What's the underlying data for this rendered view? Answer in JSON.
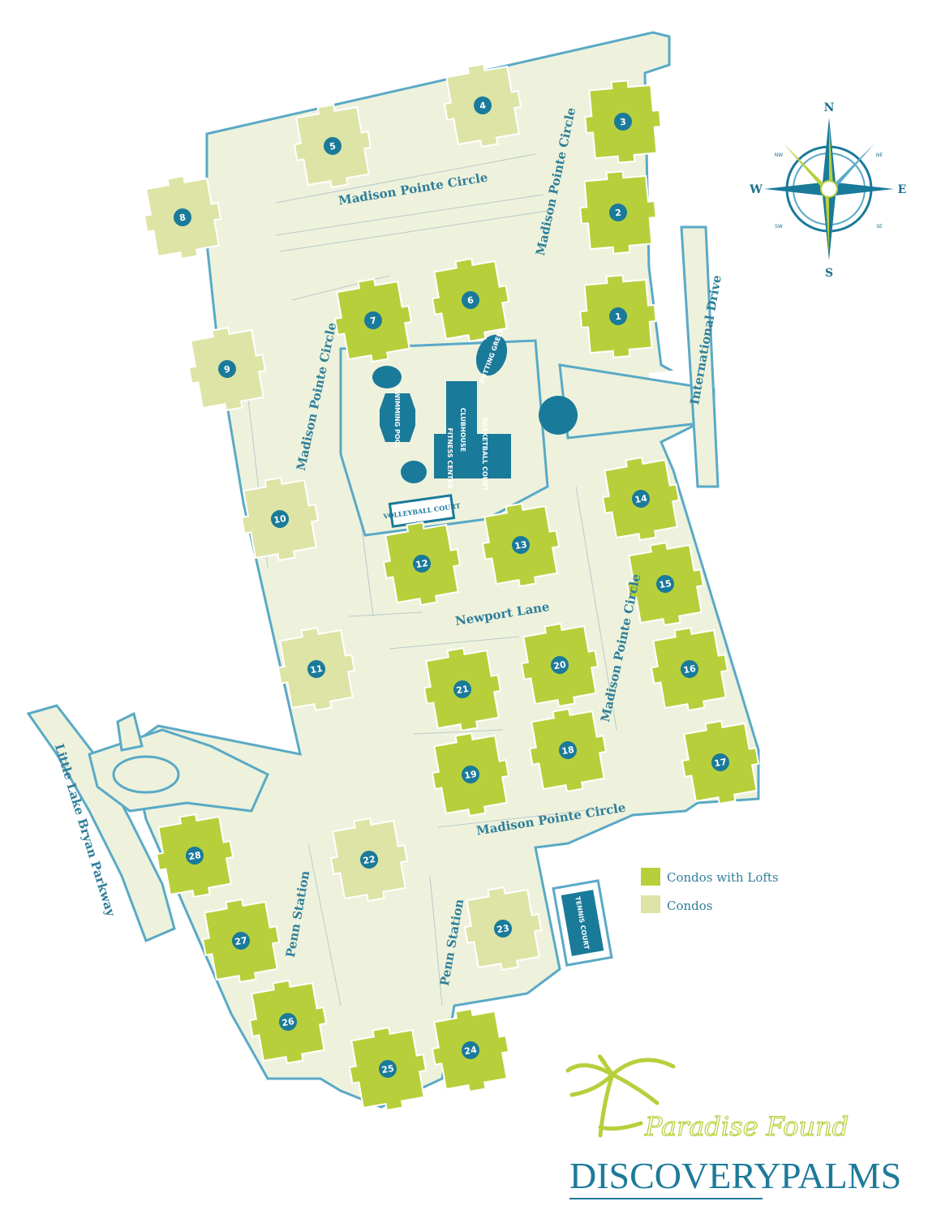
{
  "map": {
    "title": "DISCOVERY PALMS",
    "brand_first": "DISCOVERY",
    "brand_second": "PALMS",
    "brand_script": "Paradise Found",
    "colors": {
      "road": "#eef2dc",
      "outline": "#5aa9c6",
      "water_dark": "#1a7a9a",
      "condo_lofts": "#b8cf3c",
      "condo": "#dde4a6",
      "text": "#2f7f9a"
    }
  },
  "roads": {
    "madison_top": "Madison Pointe Circle",
    "madison_right_top": "Madison Pointe Circle",
    "madison_left": "Madison Pointe Circle",
    "madison_right_mid": "Madison Pointe Circle",
    "madison_bottom": "Madison Pointe Circle",
    "international": "International Drive",
    "newport": "Newport Lane",
    "penn_left": "Penn Station",
    "penn_right": "Penn Station",
    "little_lake": "Little Lake Bryan Parkway"
  },
  "amenities": {
    "pool": "SWIMMING POOL",
    "clubhouse": "CLUBHOUSE",
    "fitness": "FITNESS CENTER",
    "basketball": "BASKETBALL COURT",
    "putting": "PUTTING GREEN",
    "volleyball": "VOLLEYBALL COURT",
    "tennis": "TENNIS COURT"
  },
  "legend": {
    "lofts": "Condos with Lofts",
    "condos": "Condos"
  },
  "compass": {
    "n": "N",
    "s": "S",
    "e": "E",
    "w": "W",
    "ne": "NE",
    "nw": "NW",
    "se": "SE",
    "sw": "SW"
  },
  "buildings": [
    {
      "num": "1",
      "type": "lofts"
    },
    {
      "num": "2",
      "type": "lofts"
    },
    {
      "num": "3",
      "type": "lofts"
    },
    {
      "num": "4",
      "type": "condo"
    },
    {
      "num": "5",
      "type": "condo"
    },
    {
      "num": "6",
      "type": "lofts"
    },
    {
      "num": "7",
      "type": "lofts"
    },
    {
      "num": "8",
      "type": "condo"
    },
    {
      "num": "9",
      "type": "condo"
    },
    {
      "num": "10",
      "type": "condo"
    },
    {
      "num": "11",
      "type": "condo"
    },
    {
      "num": "12",
      "type": "lofts"
    },
    {
      "num": "13",
      "type": "lofts"
    },
    {
      "num": "14",
      "type": "lofts"
    },
    {
      "num": "15",
      "type": "lofts"
    },
    {
      "num": "16",
      "type": "lofts"
    },
    {
      "num": "17",
      "type": "lofts"
    },
    {
      "num": "18",
      "type": "lofts"
    },
    {
      "num": "19",
      "type": "lofts"
    },
    {
      "num": "20",
      "type": "lofts"
    },
    {
      "num": "21",
      "type": "lofts"
    },
    {
      "num": "22",
      "type": "condo"
    },
    {
      "num": "23",
      "type": "condo"
    },
    {
      "num": "24",
      "type": "lofts"
    },
    {
      "num": "25",
      "type": "lofts"
    },
    {
      "num": "26",
      "type": "lofts"
    },
    {
      "num": "27",
      "type": "lofts"
    },
    {
      "num": "28",
      "type": "lofts"
    }
  ]
}
